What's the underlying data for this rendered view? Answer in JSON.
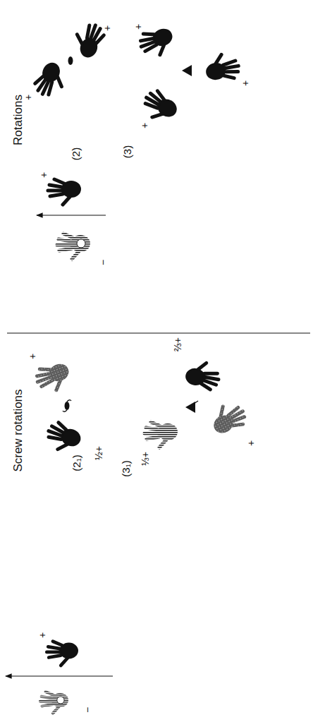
{
  "diagram": {
    "labels": [
      "Rotations",
      "(2)",
      "+",
      "+",
      "(3)",
      "+",
      "+",
      "+",
      "+",
      "−",
      "Screw rotations",
      "(2₁)",
      "+",
      "½+",
      "(3₁)",
      "⅔+",
      "⅓+",
      "+",
      "+",
      "−"
    ]
  }
}
